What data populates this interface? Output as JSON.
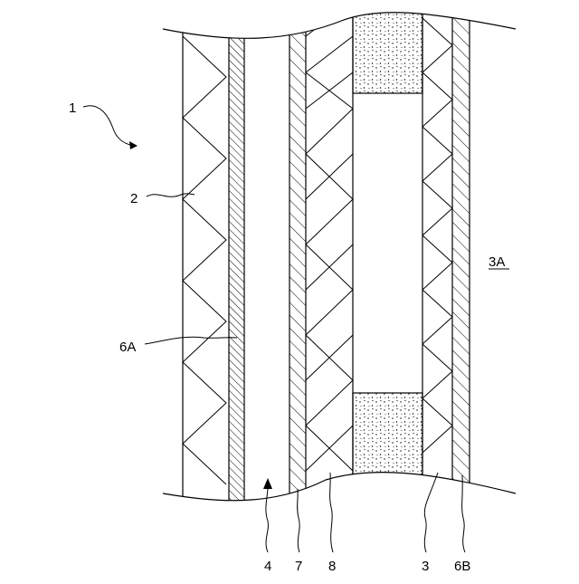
{
  "labels": {
    "device": "1",
    "layer_2": "2",
    "layer_6A": "6A",
    "layer_4": "4",
    "layer_7": "7",
    "layer_8": "8",
    "layer_3": "3",
    "layer_6B": "6B",
    "region_3A": "3A"
  },
  "colors": {
    "stroke": "#000000",
    "background": "#ffffff"
  }
}
